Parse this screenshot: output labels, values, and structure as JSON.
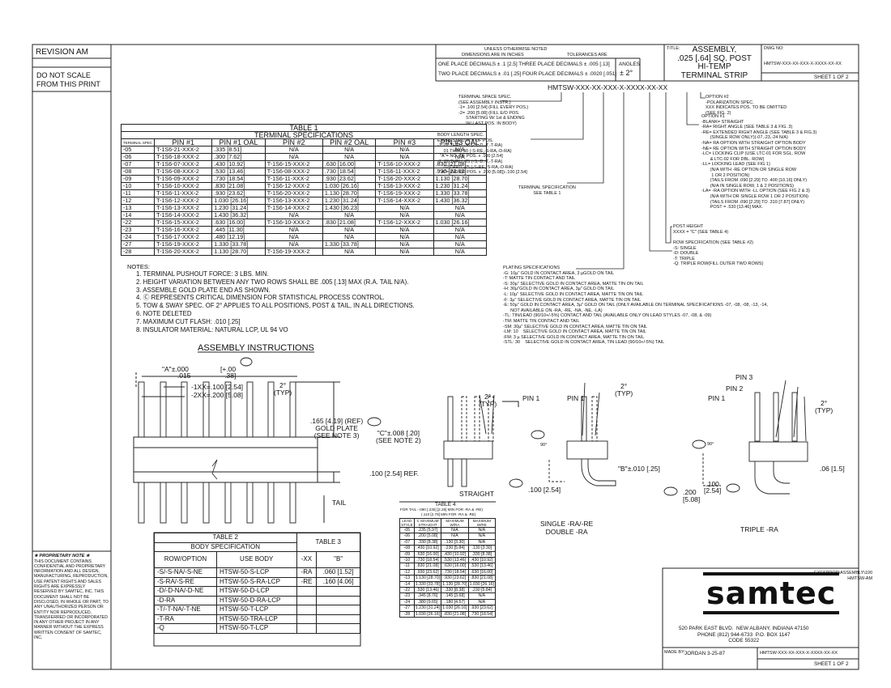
{
  "left_strip": {
    "revision": "REVISION AM",
    "do_not_scale": "DO NOT SCALE\nFROM THIS PRINT"
  },
  "proprietary": {
    "title": "★ PROPRIETARY NOTE ★",
    "body": "THIS DOCUMENT CONTAINS CONFIDENTIAL AND PROPRIETARY INFORMATION AND ALL DESIGN, MANUFACTURING, REPRODUCTION, USE PATENT RIGHTS AND SALES RIGHTS ARE EXPRESSLY RESERVED BY SAMTEC, INC. THIS DOCUMENT SHALL NOT BE DISCLOSED, IN WHOLE OR PART, TO ANY UNAUTHORIZED PERSON OR ENTITY NOR REPRODUCED, TRANSFERRED OR INCORPORATED IN ANY OTHER PROJECT IN ANY MANNER WITHOUT THE EXPRESS WRITTEN CONSENT OF SAMTEC, INC."
  },
  "header": {
    "unless": "UNLESS OTHERWISE NOTED",
    "dims": "DIMENSIONS ARE IN INCHES",
    "tol": "TOLERANCES ARE",
    "line1": "ONE PLACE DECIMALS ± .1 [2.5]  THREE PLACE DECIMALS ± .005 [.13]",
    "line2": "TWO PLACE DECIMALS ± .01 [.25]  FOUR PLACE DECIMALS ± .0020 [.051]",
    "angles_label": "ANGLES",
    "angles_val": "± 2°",
    "title_label": "TITLE:",
    "title": "ASSEMBLY,\n.025 [.64] SQ. POST\nHI-TEMP\nTERMINAL STRIP",
    "dwg_label": "DWG NO:",
    "dwg_no": "HMTSW-XXX-XX-XXX-X-XXXX-XX-XX",
    "sheet": "SHEET 1 OF 2"
  },
  "part_number": "HMTSW-XXX-XX-XXX-X-XXXX-XX-XX",
  "spec_text": {
    "terminal_space": "TERMINAL SPACE SPEC.\n(SEE ASSEMBLY INSTR.)\n-1= .100 [2.54] (FILL EVERY POS.)\n-2= .200 [5.08] (FILL E/O POS.\n      STARTING W/ 1st & ENDING\n      W/ LAST POS. IN BODY)",
    "body_length": "BODY LENGTH SPEC.\nEXPRESSED IN # OF POS.\n-1: 01 THRU -36 (-S,-D,-T,-T-RA)\n     01 THRU 50 (-S-RE,-S-RA,-D-RA)\n  \"A\"= NO. OF POS. x .100 [2.54]\n-2: 02 THRU -25 (-S,-D,-T,-T-RA)\n     02 THRU -25 (-S-RE,-S-RA,-D-RA)\n  \"A\"= (NO OF POS. x .200 [5.08])-.100 [2.54]",
    "terminal_spec": "TERMINAL SPECIFICATION\nSEE TABLE 1",
    "option2": "OPTION #2\n-POLARIZATION SPEC.\nXXX INDICATES POS. TO BE OMITTED\n(SEE FIG. 2)",
    "option1": "OPTION #1\n-BLANK= STRAIGHT\n-RA= RIGHT ANGLE (SEE TABLE 3 & FIG. 3)\n-RE= EXTENDED RIGHT ANGLE (SEE TABLE 3 & FIG.3)\n       (SINGLE ROW ONLY)(-07,-23,-24 N/A)\n-NA= RA OPTION WITH STRAIGHT OPTION BODY\n-NE= RE OPTION WITH STRAIGHT OPTION BODY\n-LC= LOCKING CLIP (USE LTC-01 FOR SGL. ROW\n       & LTC-02 FOR DBL. ROW)\n-LL= LOCKING LEAD (SEE FIG 1)\n       (N/A WITH -RE OPTION OR SINGLE ROW\n        1 OR 2 POSITION)\n       (TAILS FROM .090 [2.29] TO .400 [10.16] ONLY)\n       (N/A IN SINGLE ROW, 1 & 2 POSITIONS)\n-LA= -RA OPTION WITH -LL OPTION (SEE FIG 2 & 3)\n       (N/A WITH OR SINGLE ROW 1 OR 2 POSITION)\n       (TAILS FROM .090 [2.29] TO .310 [7.87] ONLY)\n       POST = .530 [13.46] MAX.",
    "post_height": "POST HEIGHT\nXXXX = \"C\" (SEE TABLE 4)",
    "row_spec": "ROW SPECIFICATION (SEE TABLE #2)\n-S: SINGLE\n-D: DOUBLE\n-T: TRIPLE\n-Q: TRIPLE ROW(FILL OUTER TWO ROWS)",
    "plating": "PLATING SPECIFICATIONS\n-G: 10µ\" GOLD IN CONTACT AREA, 3 µGOLD ON TAIL\n-T: MATTE TIN CONTACT AND TAIL\n-S: 30µ\" SELECTIVE GOLD IN CONTACT AREA, MATTE TIN ON TAIL\n-H: 30µ\"GOLD IN CONTACT AREA, 3µ\" GOLD ON TAIL\n-L: 10µ\" SELECTIVE GOLD IN CONTACT AREA, MATTE TIN ON TAIL\n-F: 3µ\" SELECTIVE GOLD IN CONTACT AREA, MATTE TIN ON TAIL\n-E: 50µ\" GOLD IN CONTACT AREA, 3µ\" GOLD ON TAIL (ONLY AVAILABLE ON TERMINAL SPECIFICATIONS -07, -08, -08, -13, -14,\n      NOT AVAILABLE ON -RA, -RE, -NA, -NE, -LA)\n-TL: TIN/LEAD (90/10+/-5%) CONTACT AND TAIL (AVAILABLE ONLY ON LEAD STYLES -07, -08, & -09)\n-TM: MATTE TIN CONTACT AND TAIL\n-SM: 30µ\" SELECTIVE GOLD IN CONTACT AREA, MATTE TIN ON TAIL\n-LM: 10    SELECTIVE GOLD IN CONTACT AREA, MATTE TIN ON TAIL\n-FM: 3 µ SELECTIVE GOLD IN CONTACT AREA, MATTE TIN ON TAIL\n-STL: 30    SELECTIVE GOLD IN CONTACT AREA, TIN LEAD (90/10+/-5%) TAIL"
  },
  "table1": {
    "title": "TABLE 1",
    "subtitle": "TERMINAL SPECIFICATIONS",
    "headers": [
      "TERMINAL SPEC",
      "PIN #1",
      "PIN #1 OAL",
      "PIN #2",
      "PIN #2 OAL",
      "PIN #3",
      "PIN #3 OAL"
    ],
    "rows": [
      [
        "-05",
        "T-1S6-21-XXX-2",
        ".335 [8.51]",
        "N/A",
        "N/A",
        "N/A",
        "N/A"
      ],
      [
        "-06",
        "T-1S6-18-XXX-2",
        ".300 [7.62]",
        "N/A",
        "N/A",
        "N/A",
        "N/A"
      ],
      [
        "-07",
        "T-1S6-07-XXX-2",
        ".430 [10.92]",
        "T-1S6-15-XXX-2",
        ".630 [16.00]",
        "T-1S6-10-XXX-2",
        ".830 [21.08]"
      ],
      [
        "-08",
        "T-1S6-08-XXX-2",
        ".530 [13.46]",
        "T-1S6-08-XXX-2",
        ".730 [18.54]",
        "T-1S6-11-XXX-2",
        ".930 [23.62]"
      ],
      [
        "-09",
        "T-1S6-09-XXX-2",
        ".730 [18.54]",
        "T-1S6-11-XXX-2",
        ".930 [23.62]",
        "T-1S6-20-XXX-2",
        "1.130 [28.70]"
      ],
      [
        "-10",
        "T-1S6-10-XXX-2",
        ".830 [21.08]",
        "T-1S6-12-XXX-2",
        "1.030 [26.16]",
        "T-1S6-13-XXX-2",
        "1.230 [31.24]"
      ],
      [
        "-11",
        "T-1S6-11-XXX-2",
        ".930 [23.62]",
        "T-1S6-20-XXX-2",
        "1.130 [28.70]",
        "T-1S6-19-XXX-2",
        "1.330 [33.78]"
      ],
      [
        "-12",
        "T-1S6-12-XXX-2",
        "1.030 [26.16]",
        "T-1S6-13-XXX-2",
        "1.230 [31.24]",
        "T-1S6-14-XXX-2",
        "1.430 [36.32]"
      ],
      [
        "-13",
        "T-1S6-13-XXX-2",
        "1.230 [31.24]",
        "T-1S6-14-XXX-2",
        "1.430 [36.23]",
        "N/A",
        "N/A"
      ],
      [
        "-14",
        "T-1S6-14-XXX-2",
        "1.430 [36.32]",
        "N/A",
        "N/A",
        "N/A",
        "N/A"
      ],
      [
        "-22",
        "T-1S6-15-XXX-2",
        ".630 [16.00]",
        "T-1S6-10-XXX-2",
        ".830 [21.08]",
        "T-1S6-12-XXX-2",
        "1.030 [26.16]"
      ],
      [
        "-23",
        "T-1S6-16-XXX-2",
        ".445 [11.30]",
        "N/A",
        "N/A",
        "N/A",
        "N/A"
      ],
      [
        "-24",
        "T-1S6-17-XXX-2",
        ".480 [12.19]",
        "N/A",
        "N/A",
        "N/A",
        "N/A"
      ],
      [
        "-27",
        "T-1S6-19-XXX-2",
        "1.330 [33.78]",
        "N/A",
        "1.330 [33.78]",
        "N/A",
        "N/A"
      ],
      [
        "-28",
        "T-1S6-20-XXX-2",
        "1.130 [28.70]",
        "T-1S6-19-XXX-2",
        "N/A",
        "N/A",
        "N/A"
      ]
    ]
  },
  "notes": {
    "label": "NOTES:",
    "items": [
      "1. TERMINAL PUSHOUT FORCE: 3 LBS. MIN.",
      "2. HEIGHT VARIATION BETWEEN ANY TWO ROWS SHALL BE .005 [.13] MAX (R.A. TAIL N/A).",
      "3. ASSEMBLE GOLD PLATE END AS SHOWN.",
      "4. Ⓒ REPRESENTS CRITICAL DIMENSION FOR STATISTICAL PROCESS CONTROL.",
      "5. TOW & SWAY SPEC. OF 2° APPLIES TO ALL POSITIONS, POST & TAIL, IN ALL DIRECTIONS.",
      "6. NOTE DELETED",
      "7. MAXIMUM CUT FLASH: .010 [.25]",
      "8. INSULATOR MATERIAL: NATURAL LCP, UL 94 VO"
    ]
  },
  "assembly": {
    "title": "ASSEMBLY INSTRUCTIONS",
    "a_dim": "\"A\"±.000\n        .015",
    "a_dim_mm": "[+.00\n -.38]",
    "one_xx": "-1XX=.100 [2.54]",
    "two_xx": "-2XX=.200 [5.08]",
    "two_deg": "2°\n(TYP)",
    "gold": ".165 [4.19] (REF)\nGOLD PLATE\n(SEE NOTE 3)",
    "c_dim": "\"C\"±.008 [.20]\n(SEE NOTE 2)",
    "ref": ".100 [2.54] REF.",
    "tail": "TAIL"
  },
  "figs": {
    "pin1": "PIN 1",
    "pin2": "PIN 2",
    "pin3": "PIN 3",
    "typ": "2°\n(TYP)",
    "straight": "STRAIGHT",
    "single": "SINGLE -RA/-RE\nDOUBLE -RA",
    "triple": "TRIPLE -RA",
    "b_dim": "\"B\"±.010 [.25]",
    "d100": ".100 [2.54]",
    "d200": ".200\n[5.08]",
    "d100b": ".100\n[2.54]",
    "d06": ".06 [1.5]",
    "deg90": "90°"
  },
  "table2": {
    "title": "TABLE 2",
    "body_spec": "BODY SPECIFICATION",
    "t3": "TABLE 3",
    "h_row": "ROW/OPTION",
    "h_use": "USE BODY",
    "h_xx": "-XX",
    "h_b": "\"B\"",
    "rows": [
      [
        "-S/-S-NA/-S-NE",
        "HTSW-50-S-LCP",
        "-RA",
        ".060 [1.52]"
      ],
      [
        "-S-RA/-S-RE",
        "HTSW-50-S-RA-LCP",
        "-RE",
        ".160 [4.06]"
      ],
      [
        "-D/-D-NA/-D-NE",
        "HTSW-50-D-LCP",
        "",
        ""
      ],
      [
        "-D-RA",
        "HTSW-50-D-RA-LCP",
        "",
        ""
      ],
      [
        "-T/-T-NA/-T-NE",
        "HTSW-50-T-LCP",
        "",
        ""
      ],
      [
        "-T-RA",
        "HTSW-50-TRA-LCP",
        "",
        ""
      ],
      [
        "-Q",
        "HTSW-50-T-LCP",
        "",
        ""
      ]
    ]
  },
  "table4": {
    "title": "TABLE 4",
    "note1": "FOR TAIL -.090 [.230] [2.29] MIN FOR -RA & -RE)",
    "note2": "(.110 [2.79] MIN FOR -RA & -RE)",
    "headers": [
      "LEAD STYLE",
      "C MAXIMUM STRAIGHT",
      "MAXIMUM W/RA",
      "MAXIMUM W/RE"
    ],
    "rows": [
      [
        "-05",
        ".235 [5.97]",
        "N/A",
        "N/A"
      ],
      [
        "-06",
        ".200 [5.08]",
        "N/A",
        "N/A"
      ],
      [
        "-07",
        ".330 [8.38]",
        ".130 [3.30]",
        "N/A"
      ],
      [
        "-08",
        ".430 [10.92]",
        ".230 [5.84]",
        ".130 [3.30]"
      ],
      [
        "-09",
        ".630 [16.00]",
        ".430 [10.92]",
        ".330 [8.38]"
      ],
      [
        "-10",
        ".730 [18.54]",
        ".530 [13.46]",
        ".430 [10.92]"
      ],
      [
        "-11",
        ".830 [21.08]",
        ".630 [16.00]",
        ".530 [13.46]"
      ],
      [
        "-12",
        ".930 [23.62]",
        ".730 [18.54]",
        ".630 [16.00]"
      ],
      [
        "-13",
        "1.130 [28.70]",
        ".930 [23.62]",
        ".830 [21.08]"
      ],
      [
        "-14",
        "1.330 [33.78]",
        "1.130 [28.70]",
        "1.030 [26.16]"
      ],
      [
        "-22",
        ".530 [13.46]",
        ".330 [8.38]",
        ".230 [5.84]"
      ],
      [
        "-23",
        ".345 [8.76]",
        ".145 [3.68]",
        "N/A"
      ],
      [
        "-24",
        ".380 [9.65]",
        ".180 [4.57]",
        "N/A"
      ],
      [
        "-27",
        "1.230 [31.24]",
        "1.030 [26.16]",
        ".930 [23.62]"
      ],
      [
        "-28",
        "1.030 [26.16]",
        ".830 [21.08]",
        ".730 [18.54]"
      ]
    ]
  },
  "titleblock": {
    "path": "EXESPROD\\ASSEMBLY\\100\nHMTSW-AM",
    "logo": "samtec",
    "address": "520 PARK EAST BLVD.  NEW ALBANY, INDIANA 47150\nPHONE (812) 944-6733  P.O. BOX 1147\nCODE 55322",
    "made_by_label": "MADE BY:",
    "made_by": "JORDAN  3-25-87",
    "dwg": "HMTSW-XXX-XX-XXX-X-XXXX-XX-XX",
    "sheet": "SHEET 1 OF 2"
  }
}
